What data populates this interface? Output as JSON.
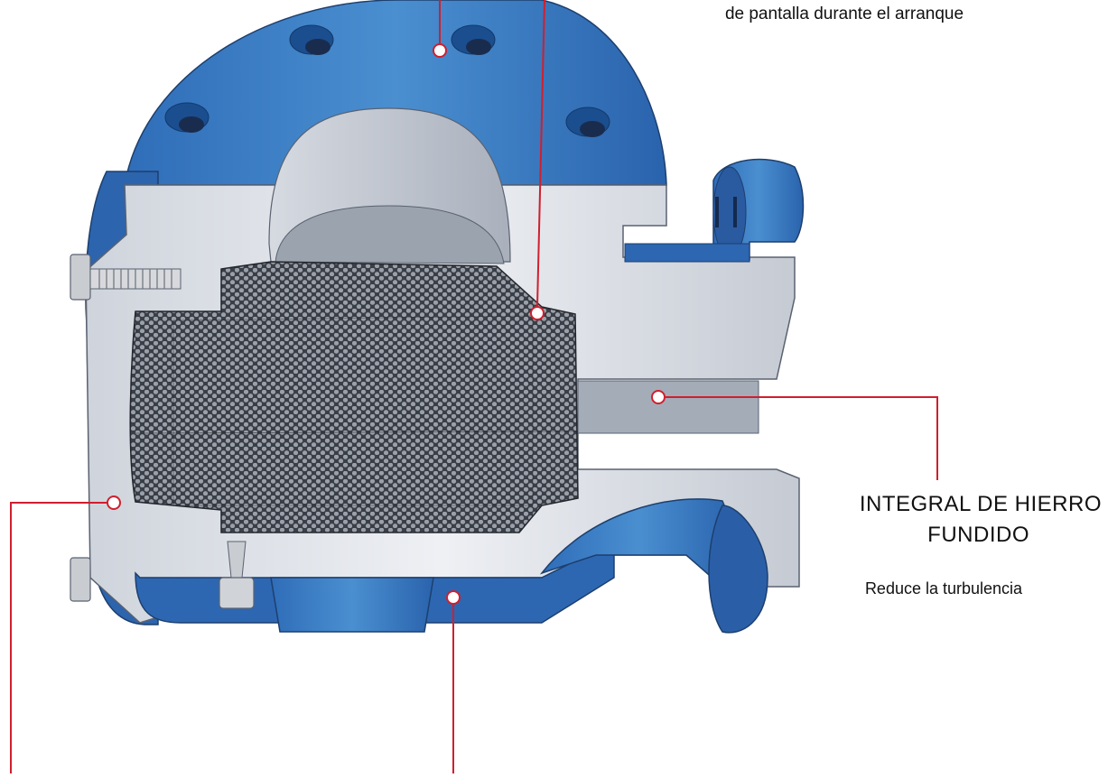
{
  "callouts": {
    "screen": {
      "description_lines": [
        "de pantalla durante el arranque"
      ]
    },
    "body": {
      "title_lines": [
        "INTEGRAL DE HIERRO",
        "FUNDIDO"
      ],
      "description": "Reduce la turbulencia"
    }
  },
  "colors": {
    "flange_blue": "#3a7fc4",
    "flange_blue_dark": "#1f57a3",
    "body_gray": "#dfe3ea",
    "body_gray_shade": "#b9c0cc",
    "screen_dark": "#3b3f47",
    "screen_holes": "#8a8f98",
    "callout_red": "#d01f2e"
  }
}
